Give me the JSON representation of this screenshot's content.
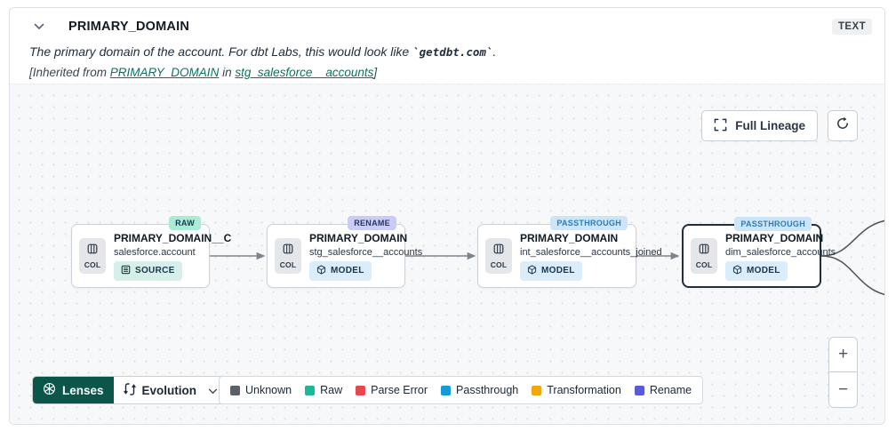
{
  "header": {
    "title": "PRIMARY_DOMAIN",
    "type_badge": "TEXT",
    "description_prefix": "The primary domain of the account. For dbt Labs, this would look like ",
    "description_code": "`getdbt.com`",
    "description_suffix": ".",
    "inherited_prefix": "[Inherited from ",
    "inherited_link_column": "PRIMARY_DOMAIN",
    "inherited_middle": " in ",
    "inherited_link_model": "stg_salesforce__accounts",
    "inherited_suffix": "]"
  },
  "toolbar": {
    "full_lineage_label": "Full Lineage"
  },
  "nodes": [
    {
      "badge": "RAW",
      "badge_bg": "#a9ecd4",
      "badge_fg": "#173753",
      "title": "PRIMARY_DOMAIN__C",
      "subtitle": "salesforce.account",
      "col_label": "COL",
      "resource": "SOURCE",
      "resource_bg": "#d6efe9"
    },
    {
      "badge": "RENAME",
      "badge_bg": "#c9cdf5",
      "badge_fg": "#2a3466",
      "title": "PRIMARY_DOMAIN",
      "subtitle": "stg_salesforce__accounts",
      "col_label": "COL",
      "resource": "MODEL",
      "resource_bg": "#dbecfa"
    },
    {
      "badge": "PASSTHROUGH",
      "badge_bg": "#cde5f8",
      "badge_fg": "#2e7cb6",
      "title": "PRIMARY_DOMAIN",
      "subtitle": "int_salesforce__accounts_joined",
      "col_label": "COL",
      "resource": "MODEL",
      "resource_bg": "#dbecfa"
    },
    {
      "badge": "PASSTHROUGH",
      "badge_bg": "#cde5f8",
      "badge_fg": "#2e7cb6",
      "title": "PRIMARY_DOMAIN",
      "subtitle": "dim_salesforce_accounts",
      "col_label": "COL",
      "resource": "MODEL",
      "resource_bg": "#dbecfa"
    }
  ],
  "controls": {
    "lenses_label": "Lenses",
    "lens_selected": "Evolution",
    "zoom_in": "+",
    "zoom_out": "−"
  },
  "legend": {
    "items": [
      {
        "label": "Unknown",
        "color": "#5b6069"
      },
      {
        "label": "Raw",
        "color": "#1db895"
      },
      {
        "label": "Parse Error",
        "color": "#e5484d"
      },
      {
        "label": "Passthrough",
        "color": "#149bd6"
      },
      {
        "label": "Transformation",
        "color": "#f2a60d"
      },
      {
        "label": "Rename",
        "color": "#5a5bd7"
      }
    ]
  }
}
